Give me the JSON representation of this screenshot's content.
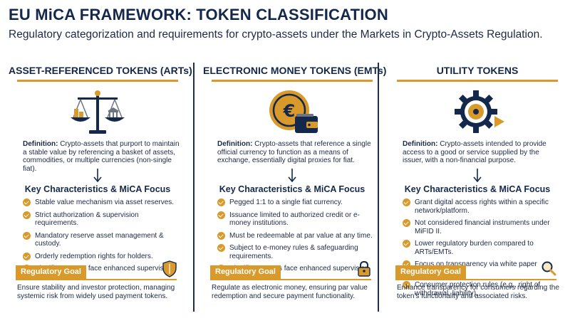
{
  "header": {
    "title": "EU MiCA FRAMEWORK: TOKEN CLASSIFICATION",
    "subtitle": "Regulatory categorization and requirements for crypto-assets under the Markets in Crypto-Assets Regulation."
  },
  "labels": {
    "definition": "Definition:",
    "key_characteristics": "Key Characteristics & MiCA Focus",
    "regulatory_goal": "Regulatory Goal"
  },
  "columns": [
    {
      "title": "ASSET-REFERENCED TOKENS (ARTs)",
      "icon": "scales-icon",
      "definition": "Crypto-assets that purport to maintain a stable value by referencing a basket of assets, commodities, or multiple currencies (non-single fiat).",
      "characteristics": [
        "Stable value mechanism via asset reserves.",
        "Strict authorization & supervision requirements.",
        "Mandatory reserve asset management & custody.",
        "Orderly redemption rights for holders.",
        "Significant ARTs face enhanced supervision (EBA)."
      ],
      "goal_icon": "shield-icon",
      "goal": "Ensure stability and investor protection, managing systemic risk from widely used payment tokens."
    },
    {
      "title": "ELECTRONIC MONEY TOKENS (EMTs)",
      "icon": "euro-coin-wallet-icon",
      "definition": "Crypto-assets that reference a single official currency to function as a means of exchange, essentially digital proxies for fiat.",
      "characteristics": [
        "Pegged 1:1 to a single fiat currency.",
        "Issuance limited to authorized credit or e-money institutions.",
        "Must be redeemable at par value at any time.",
        "Subject to e-money rules & safeguarding requirements.",
        "Significant EMTs face enhanced supervision (EBA)."
      ],
      "goal_icon": "padlock-icon",
      "goal": "Regulate as electronic money, ensuring par value redemption and secure payment functionality."
    },
    {
      "title": "UTILITY TOKENS",
      "icon": "gear-token-icon",
      "definition": "Crypto-assets intended to provide access to a good or service supplied by the issuer, with a non-financial purpose.",
      "characteristics": [
        "Grant digital access rights within a specific network/platform.",
        "Not considered financial instruments under MiFID II.",
        "Lower regulatory burden compared to ARTs/EMTs.",
        "Focus on transparency via white paper publication.",
        "Consumer protection rules (e.g., right of withdrawal, liability)."
      ],
      "goal_icon": "magnifier-icon",
      "goal": "Enhance transparency for consumers regarding the token's functionality and associated risks."
    }
  ],
  "colors": {
    "navy": "#14284b",
    "gold": "#d99a2b",
    "gray": "#6e7582"
  }
}
